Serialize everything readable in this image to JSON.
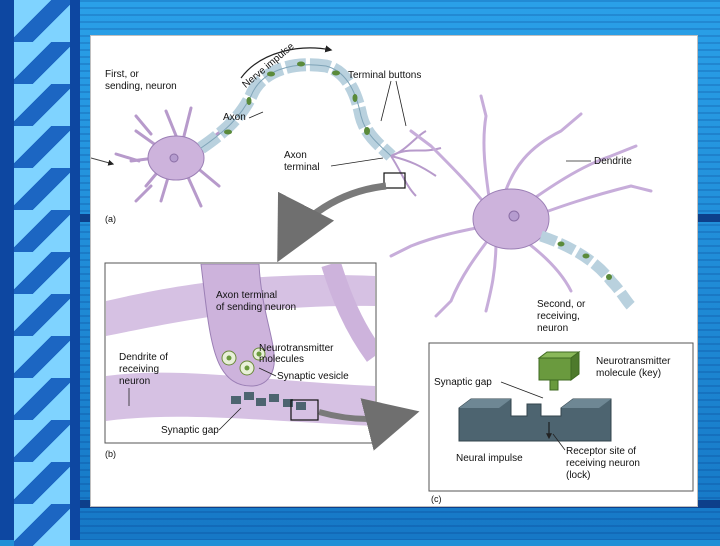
{
  "slide": {
    "background_color": "#1f8fd6",
    "stripe_color": "#0d47a1",
    "accent_color": "#7fd3ff"
  },
  "figure": {
    "panel_a": {
      "tag": "(a)",
      "sending_neuron_line1": "First, or",
      "sending_neuron_line2": "sending, neuron",
      "nerve_impulse": "Nerve impulse",
      "axon": "Axon",
      "terminal_buttons": "Terminal buttons",
      "axon_terminal_line1": "Axon",
      "axon_terminal_line2": "terminal",
      "dendrite": "Dendrite",
      "receiving_neuron_line1": "Second, or",
      "receiving_neuron_line2": "receiving,",
      "receiving_neuron_line3": "neuron"
    },
    "panel_b": {
      "tag": "(b)",
      "axon_terminal_line1": "Axon terminal",
      "axon_terminal_line2": "of sending neuron",
      "dendrite_line1": "Dendrite of",
      "dendrite_line2": "receiving",
      "dendrite_line3": "neuron",
      "neurotransmitter_line1": "Neurotransmitter",
      "neurotransmitter_line2": "molecules",
      "synaptic_vesicle": "Synaptic vesicle",
      "synaptic_gap": "Synaptic gap"
    },
    "panel_c": {
      "tag": "(c)",
      "synaptic_gap": "Synaptic gap",
      "key_line1": "Neurotransmitter",
      "key_line2": "molecule (key)",
      "neural_impulse": "Neural impulse",
      "lock_line1": "Receptor site of",
      "lock_line2": "receiving neuron",
      "lock_line3": "(lock)"
    },
    "colors": {
      "neuron": "#cdb3dc",
      "neuron_stroke": "#9b7fb5",
      "myelin": "#b9d1de",
      "node": "#5a8a3a",
      "receptor": "#4d6470",
      "key": "#6a9a3e",
      "arrow": "#777777"
    }
  }
}
